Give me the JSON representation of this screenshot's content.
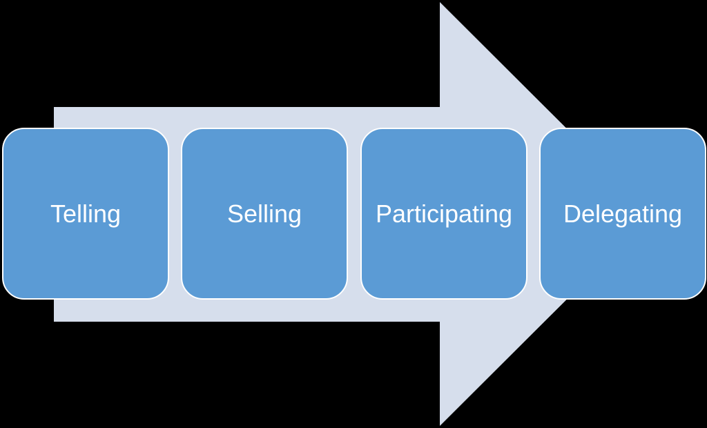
{
  "diagram": {
    "type": "horizontal-process-arrow",
    "direction": "right",
    "stages": [
      {
        "label": "Telling"
      },
      {
        "label": "Selling"
      },
      {
        "label": "Participating"
      },
      {
        "label": "Delegating"
      }
    ]
  },
  "css_vars": {
    "--bg": "#000000",
    "--arrow-fill": "#D6DEEC",
    "--box-fill": "#5B9BD5",
    "--box-border": "#FFFFFF",
    "--box-text": "#FFFFFF"
  }
}
